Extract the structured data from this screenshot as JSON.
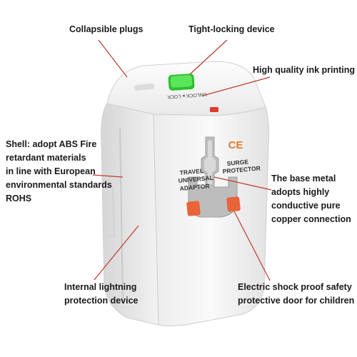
{
  "callouts": {
    "collapsible_plugs": {
      "lines": [
        "Collapsible plugs"
      ]
    },
    "tight_locking": {
      "lines": [
        "Tight-locking device"
      ]
    },
    "ink_printing": {
      "lines": [
        "High quality ink printing"
      ]
    },
    "shell": {
      "lines": [
        "Shell: adopt ABS Fire",
        "retardant materials",
        "in line with European",
        "environmental standards",
        "ROHS"
      ]
    },
    "base_metal": {
      "lines": [
        "The base metal",
        "adopts highly",
        "conductive pure",
        "copper connection"
      ]
    },
    "lightning": {
      "lines": [
        "Internal lightning",
        "protection device"
      ]
    },
    "shock_proof": {
      "lines": [
        "Electric shock proof safety",
        "protective door for children"
      ]
    }
  },
  "product": {
    "top_print": "UNLOCK ▸ LOCK",
    "ce_mark": "CE",
    "left_print": [
      "TRAVEL",
      "UNIVERSAL",
      "ADAPTOR"
    ],
    "right_print": [
      "SURGE",
      "PROTECTOR"
    ]
  },
  "colors": {
    "callout_line": "#c0392b",
    "shell": "#f4f4f4",
    "lock_button": "#3ddc3d",
    "shutter": "#e8643a",
    "ce": "#e07a2e"
  }
}
